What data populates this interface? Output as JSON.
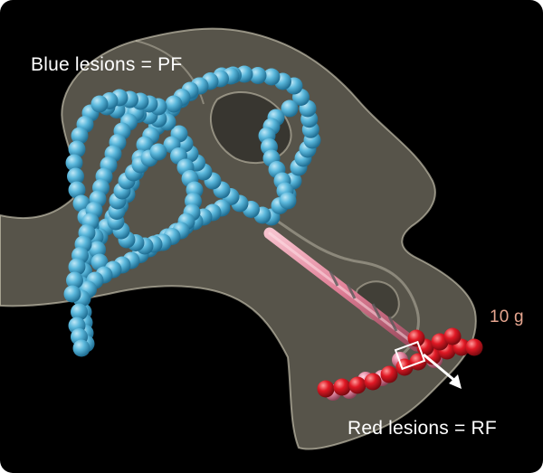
{
  "labels": {
    "blue_lesions": "Blue lesions = PF",
    "red_lesions": "Red lesions = RF",
    "force": "10 g"
  },
  "colors": {
    "background": "#000000",
    "blue_lesion": "#5bb8dc",
    "red_lesion": "#e01824",
    "pink_lesion": "#e58aa4",
    "force_label": "#e6a58f",
    "anatomy_shell": "#cfc8b0"
  },
  "icons": {
    "catheter": "ablation-catheter-icon",
    "force_vector": "force-vector-arrow-icon"
  }
}
